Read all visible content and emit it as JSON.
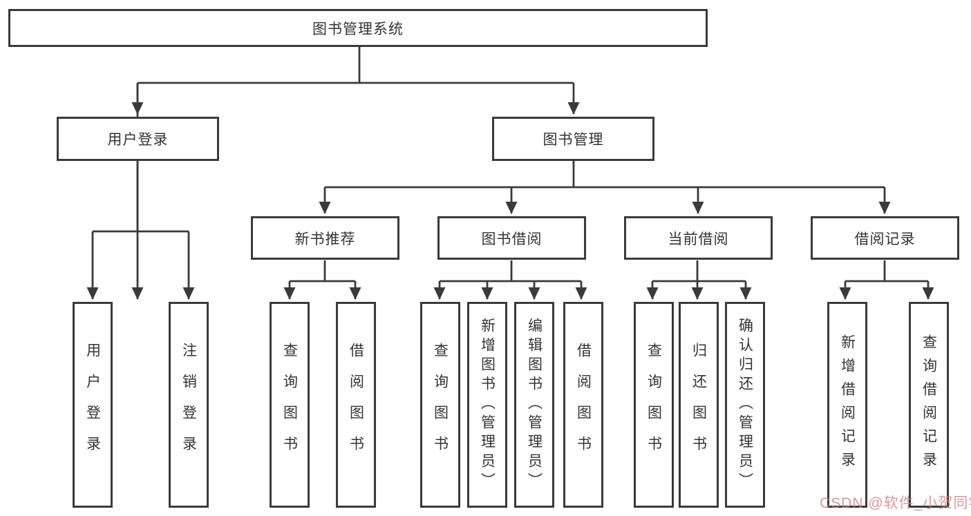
{
  "diagram": {
    "title": "图书管理系统",
    "type": "hierarchy-tree",
    "colors": {
      "line": "#3a3a3a",
      "box_border": "#3a3a3a",
      "text": "#333333",
      "background": "#ffffff",
      "watermark": "#ca7d7d"
    },
    "watermark": "CSDN @软件_小贺同学"
  },
  "nodes": {
    "root": {
      "label": "图书管理系统"
    },
    "user_login_group": {
      "label": "用户登录"
    },
    "book_mgmt": {
      "label": "图书管理"
    },
    "new_book_rec": {
      "label": "新书推荐"
    },
    "book_borrow": {
      "label": "图书借阅"
    },
    "current_borrow": {
      "label": "当前借阅"
    },
    "borrow_records": {
      "label": "借阅记录"
    },
    "user_login": {
      "label": "用户登录"
    },
    "logout": {
      "label": "注销登录"
    },
    "query_book_1": {
      "label": "查询图书"
    },
    "borrow_book_1": {
      "label": "借阅图书"
    },
    "query_book_2": {
      "label": "查询图书"
    },
    "add_book": {
      "label": "新增图书（管理员）"
    },
    "edit_book": {
      "label": "编辑图书（管理员）"
    },
    "borrow_book_2": {
      "label": "借阅图书"
    },
    "query_book_3": {
      "label": "查询图书"
    },
    "return_book": {
      "label": "归还图书"
    },
    "confirm_return": {
      "label": "确认归还（管理员）"
    },
    "add_borrow_record": {
      "label": "新增借阅记录"
    },
    "query_borrow_record": {
      "label": "查询借阅记录"
    }
  },
  "structure": {
    "图书管理系统": [
      "用户登录",
      "图书管理"
    ],
    "用户登录": [
      "用户登录",
      "注销登录"
    ],
    "图书管理": [
      "新书推荐",
      "图书借阅",
      "当前借阅",
      "借阅记录"
    ],
    "新书推荐": [
      "查询图书",
      "借阅图书"
    ],
    "图书借阅": [
      "查询图书",
      "新增图书（管理员）",
      "编辑图书（管理员）",
      "借阅图书"
    ],
    "当前借阅": [
      "查询图书",
      "归还图书",
      "确认归还（管理员）"
    ],
    "借阅记录": [
      "新增借阅记录",
      "查询借阅记录"
    ]
  }
}
